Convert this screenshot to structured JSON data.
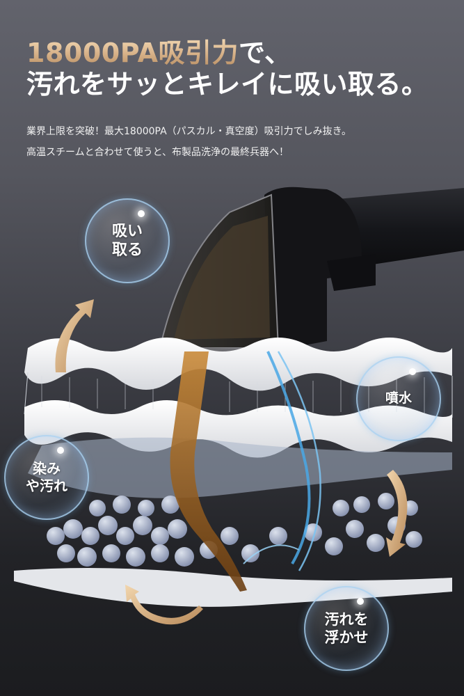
{
  "headline": {
    "line1_accent": "18000PA吸引力",
    "line1_rest": "で、",
    "line2": "汚れをサッとキレイに吸い取る。"
  },
  "subtext": {
    "line1": "業界上限を突破！最大18000PA（パスカル・真空度）吸引力でしみ抜き。",
    "line2": "高温スチームと合わせて使うと、布製品洗浄の最終兵器へ！"
  },
  "bubbles": [
    {
      "id": "suck-up",
      "line1": "吸い",
      "line2": "取る"
    },
    {
      "id": "water-spray",
      "line1": "噴水",
      "line2": ""
    },
    {
      "id": "stains",
      "line1": "染み",
      "line2": "や汚れ"
    },
    {
      "id": "lift-dirt",
      "line1": "汚れを",
      "line2": "浮かせ"
    }
  ],
  "colors": {
    "accent_gold": "#d6b087",
    "background_top": "#62636c",
    "background_bottom": "#1b1c1f",
    "water_blue": "#4aa8e6",
    "dirt_brown": "#a5651f"
  }
}
